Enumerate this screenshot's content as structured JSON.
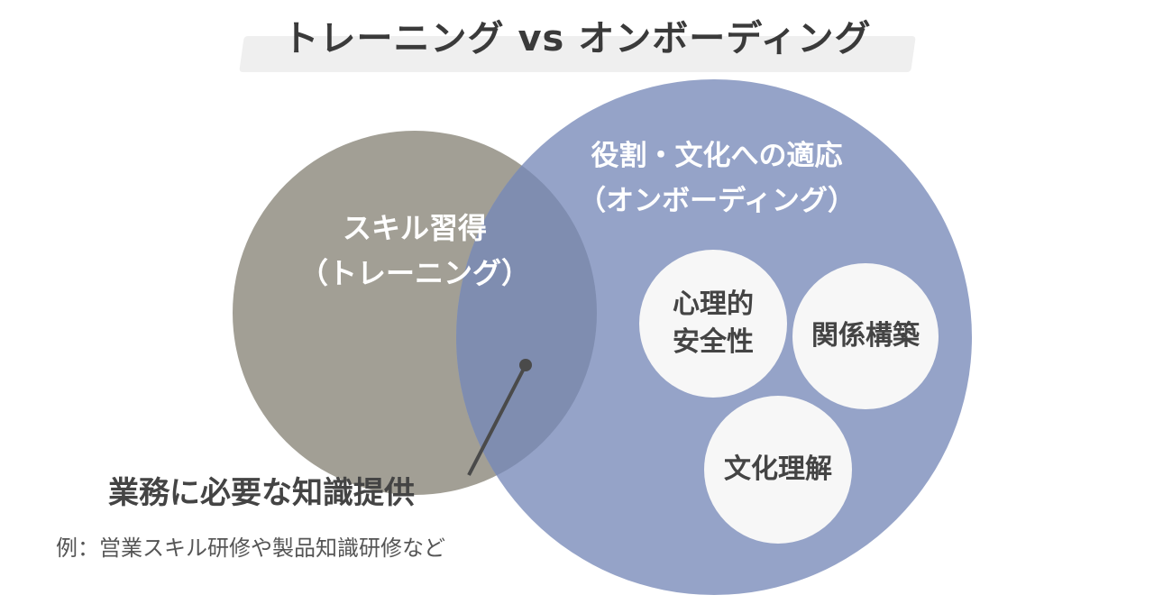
{
  "title": "トレーニング vs オンボーディング",
  "training": {
    "line1": "スキル習得",
    "line2": "（トレーニング）"
  },
  "onboarding": {
    "line1": "役割・文化への適応",
    "line2": "（オンボーディング）",
    "items": [
      {
        "line1": "心理的",
        "line2": "安全性"
      },
      {
        "label": "関係構築"
      },
      {
        "label": "文化理解"
      }
    ]
  },
  "intersection": {
    "title": "業務に必要な知識提供",
    "example": "例：営業スキル研修や製品知識研修など"
  },
  "colors": {
    "training_circle": "#a29f95",
    "onboarding_circle": "#95a3c8",
    "overlap": "#7f8db0",
    "inner_circle": "#f7f7f7",
    "connector": "#4a4a4a"
  }
}
